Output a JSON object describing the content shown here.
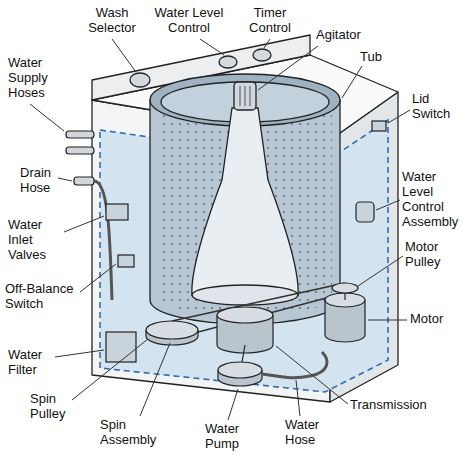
{
  "diagram": {
    "labels": [
      "Wash Selector",
      "Water Level Control",
      "Timer Control",
      "Agitator",
      "Water Supply Hoses",
      "Tub",
      "Lid Switch",
      "Drain Hose",
      "Water Level Control Assembly",
      "Water Inlet Valves",
      "Motor Pulley",
      "Off-Balance Switch",
      "Motor",
      "Water Filter",
      "Transmission",
      "Spin Pulley",
      "Spin Assembly",
      "Water Pump",
      "Water Hose"
    ]
  }
}
